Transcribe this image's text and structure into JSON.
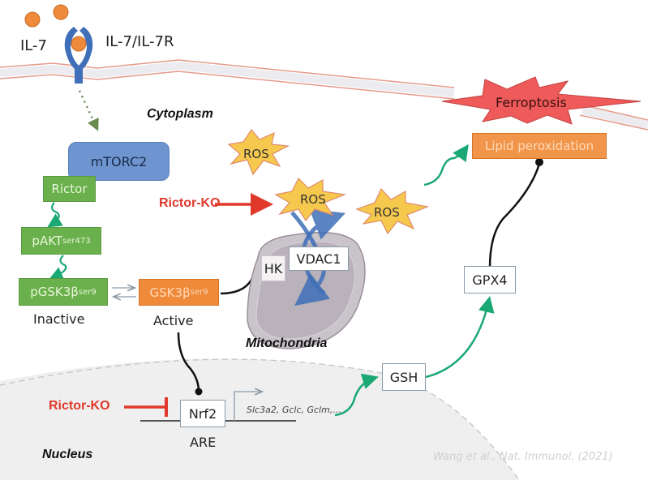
{
  "title": "IL-7 / mTORC2 / Rictor regulation of ferroptosis",
  "ligand": {
    "il7": "IL-7",
    "receptor": "IL-7/IL-7R"
  },
  "compartments": {
    "cytoplasm": "Cytoplasm",
    "mitochondria": "Mitochondria",
    "nucleus": "Nucleus"
  },
  "nodes": {
    "mtorc2": "mTORC2",
    "rictor": "Rictor",
    "pakt": {
      "main": "pAKT",
      "sub": "ser473"
    },
    "pgsk3b": {
      "main": "pGSK3β",
      "sub": "ser9"
    },
    "gsk3b": {
      "main": "GSK3β",
      "sub": "ser9"
    },
    "inactive": "Inactive",
    "active": "Active",
    "vdac1": "VDAC1",
    "hk": "HK",
    "ros": [
      "ROS",
      "ROS",
      "ROS"
    ],
    "ferroptosis": "Ferroptosis",
    "lipid_peroxidation": "Lipid peroxidation",
    "gpx4": "GPX4",
    "gsh": "GSH",
    "nrf2": "Nrf2",
    "are": "ARE",
    "genes": "Slc3a2, Gclc, Gclm,…"
  },
  "knockouts": {
    "ko1": "Rictor-KO",
    "ko2": "Rictor-KO"
  },
  "citation": "Wang et al., Nat. Immunol. (2021)",
  "colors": {
    "green_box": "#6ab04c",
    "orange_box": "#ef8a3a",
    "mtorc2": "#6f95d0",
    "ko_red": "#e0392b",
    "activation_arrow": "#1aa874",
    "ros_fill": "#f6c94e",
    "ferroptosis_fill": "#ef5a5a",
    "receptor_blue": "#3f6fb8",
    "ligand_orange": "#ee8a3c"
  }
}
